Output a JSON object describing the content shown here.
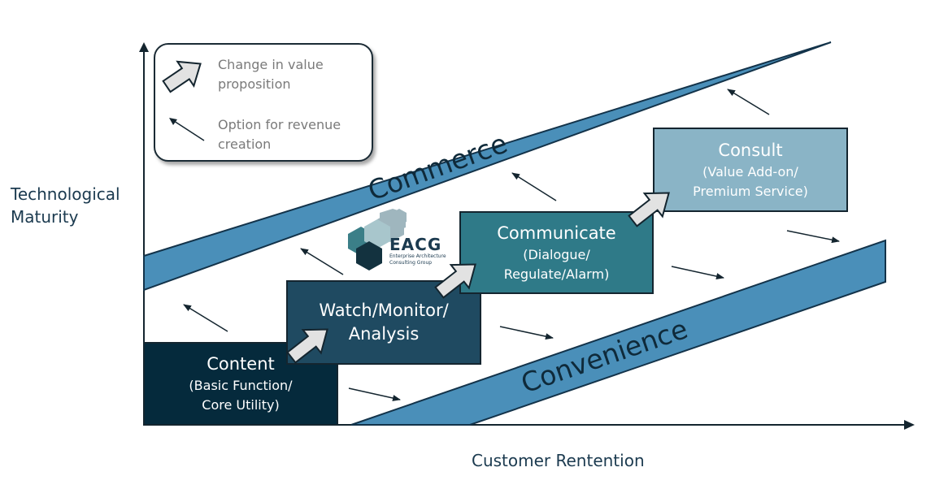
{
  "axes": {
    "y_label_line1": "Technological",
    "y_label_line2": "Maturity",
    "x_label": "Customer Rentention"
  },
  "bands": {
    "top": "Commerce",
    "bottom": "Convenience"
  },
  "legend": {
    "item1_line1": "Change in value",
    "item1_line2": "proposition",
    "item2_line1": "Option for revenue",
    "item2_line2": "creation"
  },
  "logo": {
    "name": "EACG",
    "tagline_line1": "Enterprise Architecture",
    "tagline_line2": "Consulting Group"
  },
  "stages": [
    {
      "title": "Content",
      "sub1": "(Basic Function/",
      "sub2": "Core Utility)"
    },
    {
      "title": "Watch/Monitor/",
      "sub1": "Analysis",
      "sub2": ""
    },
    {
      "title": "Communicate",
      "sub1": "(Dialogue/",
      "sub2": "Regulate/Alarm)"
    },
    {
      "title": "Consult",
      "sub1": "(Value Add-on/",
      "sub2": "Premium Service)"
    }
  ],
  "colors": {
    "content": "#052a3c",
    "watch": "#1f4a61",
    "communicate": "#2f7a88",
    "consult": "#8ab4c6",
    "band": "#4a8fb9",
    "arrow_fill": "#e2e2e2",
    "axis": "#14252f"
  }
}
